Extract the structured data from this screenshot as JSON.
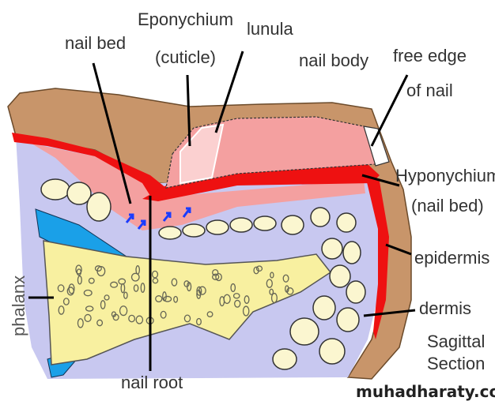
{
  "labels": {
    "nail_bed": "nail bed",
    "eponychium": "Eponychium",
    "cuticle": "(cuticle)",
    "lunula": "lunula",
    "nail_body": "nail body",
    "free_edge_1": "free edge",
    "free_edge_2": "of nail",
    "hyponychium": "Hyponychium",
    "hyponychium_sub": "(nail bed)",
    "epidermis": "epidermis",
    "dermis": "dermis",
    "sagittal": "Sagittal",
    "section": "Section",
    "nail_root": "nail root",
    "phalanx": "phalanx"
  },
  "watermark": "muhadharaty.com",
  "colors": {
    "skin": "#c8956a",
    "dermis": "#c8c8f0",
    "nail": "#f4a0a0",
    "lunula": "#fbd0d0",
    "nail_bed_red": "#ee1111",
    "bone": "#f8f0a0",
    "fat": "#fbf6d0",
    "blue": "#1aa0e8"
  }
}
